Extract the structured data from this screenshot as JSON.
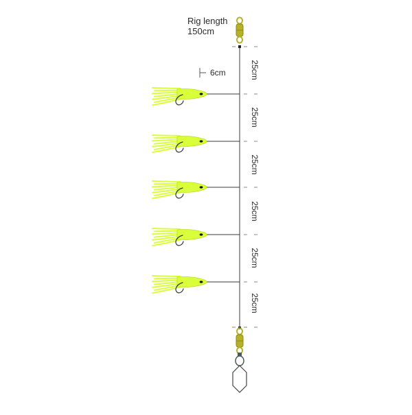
{
  "rig": {
    "title_line1": "Rig length",
    "title_line2": "150cm",
    "dropper_label": "6cm",
    "segment_labels": [
      "25cm",
      "25cm",
      "25cm",
      "25cm",
      "25cm",
      "25cm"
    ],
    "lure_count": 5
  },
  "colors": {
    "line": "#3a3a3a",
    "swivel": "#b5b22a",
    "swivel_dark": "#8c8a1a",
    "lure": "#d9ff3a",
    "lure_dark": "#b8e01c",
    "hook": "#333333",
    "tick": "#8a8a8a",
    "sinker_clip": "#4a5a5a"
  },
  "icons": {
    "top_swivel": "barrel-swivel-icon",
    "bottom_swivel": "barrel-swivel-icon",
    "lure": "squid-lure-icon",
    "hook": "hook-icon",
    "sinker": "sinker-icon"
  }
}
